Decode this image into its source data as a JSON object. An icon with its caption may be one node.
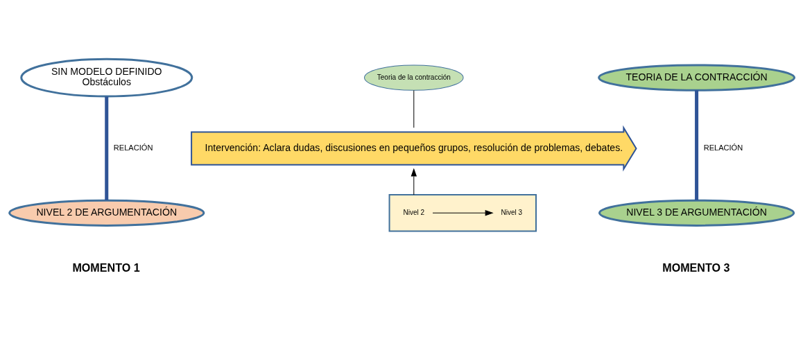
{
  "diagram": {
    "nodes": [
      {
        "text": [
          "SIN MODELO DEFINIDO",
          "Obstáculos"
        ]
      },
      {
        "text": [
          "Teoria de la contracción"
        ]
      },
      {
        "text": [
          "TEORIA DE LA CONTRACCIÓN"
        ]
      },
      {
        "text": [
          "Intervención: Aclara dudas, discusiones en pequeños grupos, resolución de problemas, debates."
        ]
      },
      {
        "text": [],
        "shape": "box"
      },
      {
        "text": [
          "Nivel 2"
        ],
        "in": 4
      },
      {
        "text": [
          "Nivel 3"
        ],
        "in": 4
      },
      {
        "text": [
          "NIVEL 2 DE ARGUMENTACIÓN"
        ]
      },
      {
        "text": [
          "NIVEL 3 DE ARGUMENTACIÓN"
        ]
      }
    ],
    "edges": [
      {
        "from": 0,
        "to": 7,
        "arrow": "none",
        "label": "RELACIÓN",
        "style": "thick",
        "color": "#2f5496"
      },
      {
        "from": 1,
        "to": 3,
        "arrow": "none"
      },
      {
        "from": 2,
        "to": 8,
        "arrow": "none",
        "label": "RELACIÓN",
        "style": "thick",
        "color": "#2f5496"
      },
      {
        "from": 4,
        "to": 3,
        "arrow": "to"
      },
      {
        "from": 5,
        "to": 6,
        "arrow": "to"
      }
    ],
    "labels": [
      "MOMENTO 1",
      "MOMENTO 3"
    ]
  }
}
